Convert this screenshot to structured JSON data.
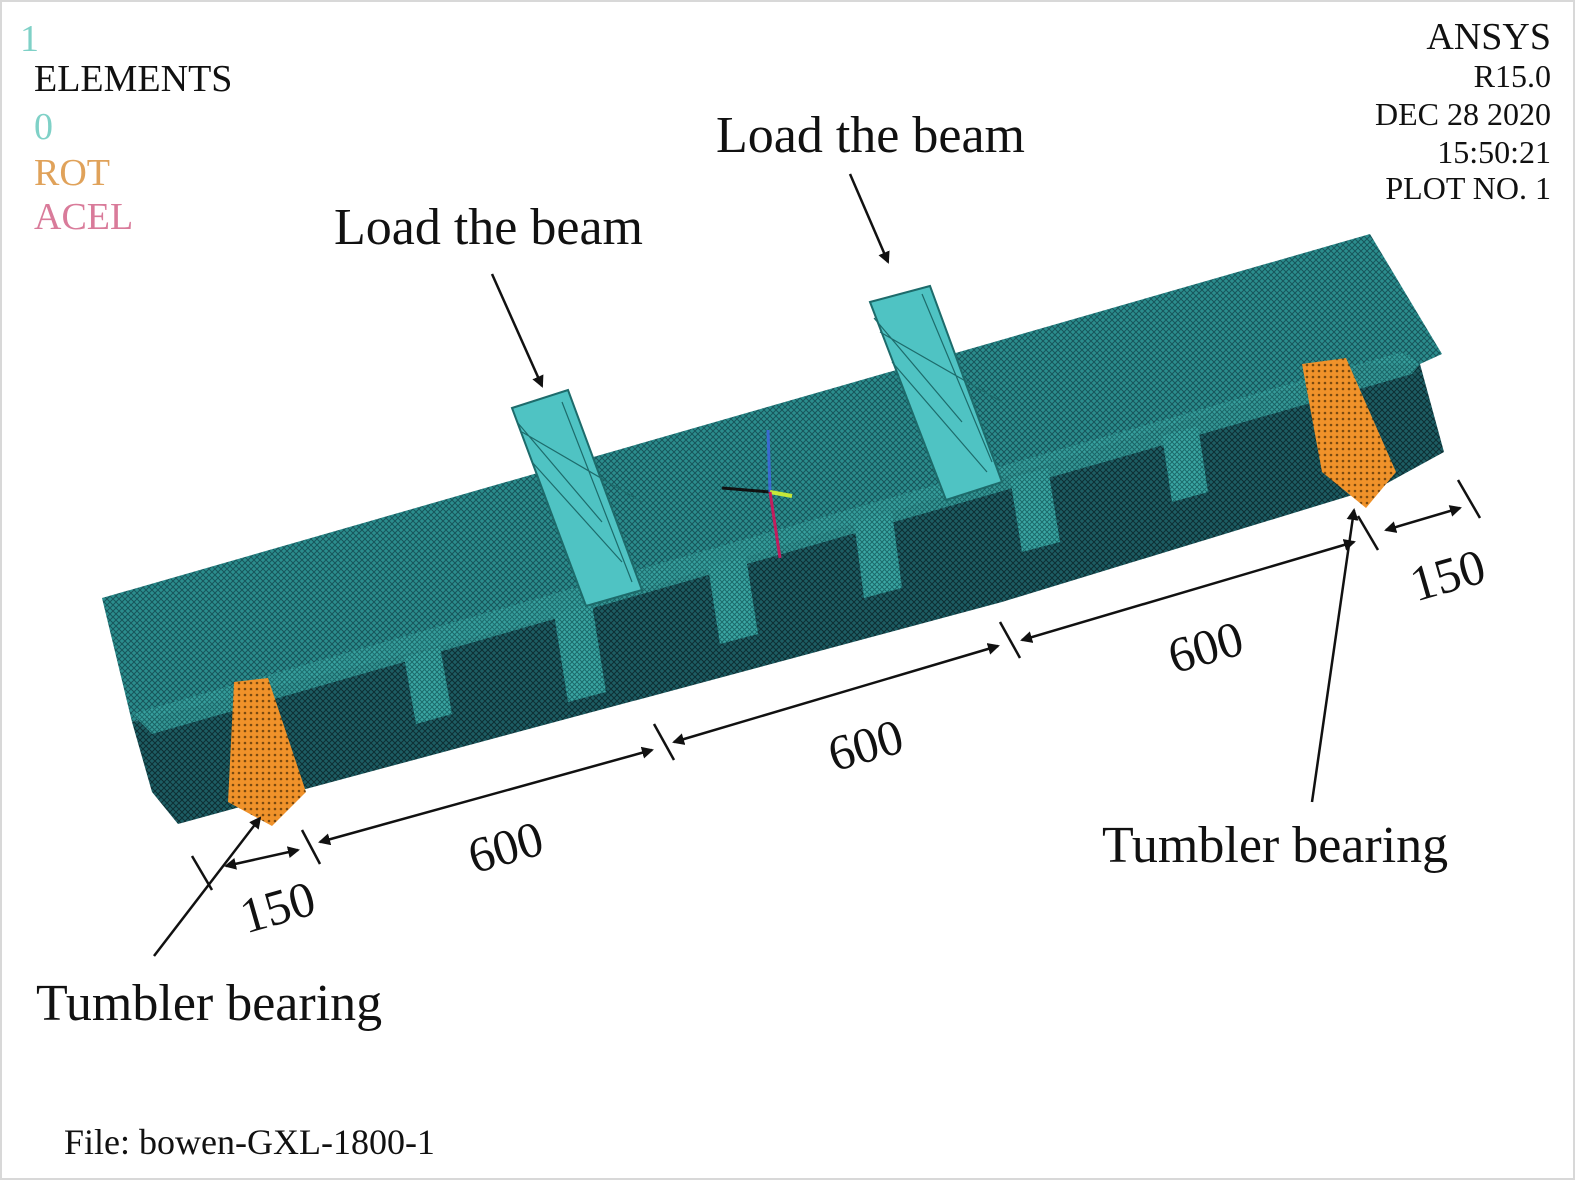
{
  "legend": {
    "window_number": "1",
    "title": "ELEMENTS",
    "items": [
      {
        "label": "0",
        "color": "#7fd1c7"
      },
      {
        "label": "ROT",
        "color": "#e0a25a"
      },
      {
        "label": "ACEL",
        "color": "#d97b9a"
      }
    ]
  },
  "info": {
    "software": "ANSYS",
    "version": "R15.0",
    "date": "DEC 28 2020",
    "time": "15:50:21",
    "plot": "PLOT NO. 1"
  },
  "callouts": {
    "load_left": "Load the beam",
    "load_right": "Load the beam",
    "bearing_left": "Tumbler bearing",
    "bearing_right": "Tumbler bearing"
  },
  "dimensions": {
    "left_offset": "150",
    "span_1": "600",
    "span_2": "600",
    "span_3": "600",
    "right_offset": "150"
  },
  "file_label": "File: bowen-GXL-1800-1",
  "colors": {
    "mesh": "#2a8a8a",
    "mesh_dark": "#1b4f55",
    "load_block": "#4fc3c3",
    "bearing": "#f0922a"
  }
}
